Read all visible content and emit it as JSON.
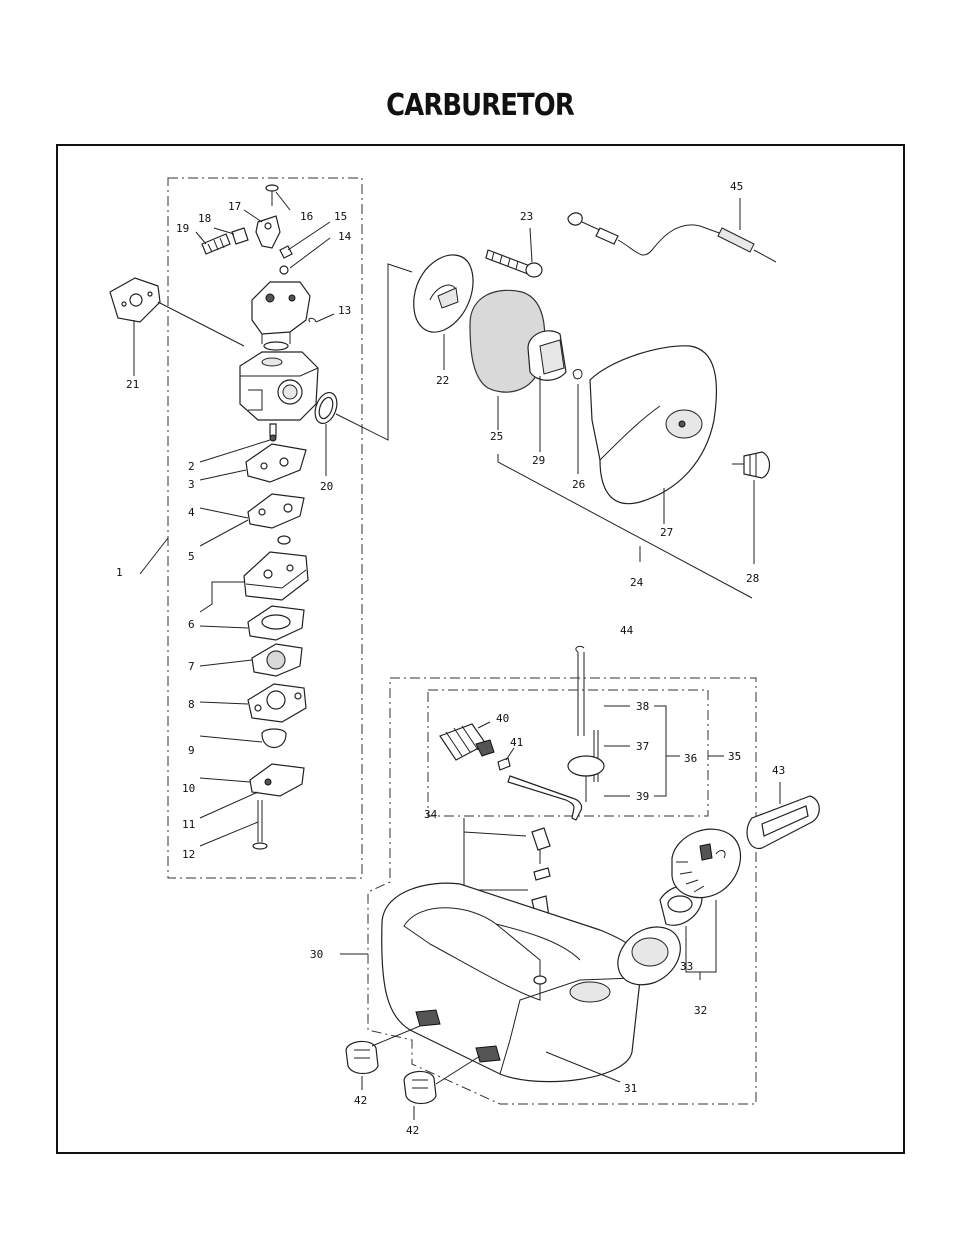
{
  "title": "CARBURETOR",
  "labels": {
    "p1": "1",
    "p2": "2",
    "p3": "3",
    "p4": "4",
    "p5": "5",
    "p6": "6",
    "p7": "7",
    "p8": "8",
    "p9": "9",
    "p10": "10",
    "p11": "11",
    "p12": "12",
    "p13": "13",
    "p14": "14",
    "p15": "15",
    "p16": "16",
    "p17": "17",
    "p18": "18",
    "p19": "19",
    "p20": "20",
    "p21": "21",
    "p22": "22",
    "p23": "23",
    "p24": "24",
    "p25": "25",
    "p26": "26",
    "p27": "27",
    "p28": "28",
    "p29": "29",
    "p30": "30",
    "p31": "31",
    "p32": "32",
    "p33": "33",
    "p34": "34",
    "p35": "35",
    "p36": "36",
    "p37": "37",
    "p38": "38",
    "p39": "39",
    "p40": "40",
    "p41": "41",
    "p42a": "42",
    "p42b": "42",
    "p43": "43",
    "p44": "44",
    "p45": "45"
  }
}
